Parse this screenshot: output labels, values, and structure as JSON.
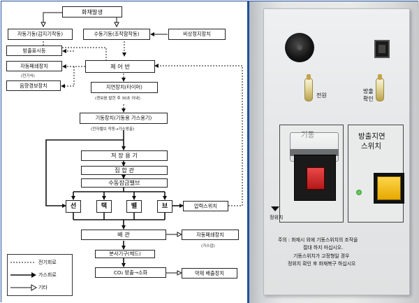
{
  "flowchart": {
    "boxes": {
      "fire": "화재발생",
      "auto_start": "자동기동(감지기작동)",
      "manual_start": "수동기동(조작함작동)",
      "emergency_stop": "비상정지장치",
      "discharge_indicator": "방출표시등",
      "auto_close_top": "자동폐쇄장치",
      "acoustic_alarm": "음향경보장치",
      "control_panel": "제 어 반",
      "delay": "지연장치(타이머)",
      "activator": "기동장치(기동용 가스용기)",
      "storage": "저 장 용 기",
      "manifold": "집 합 관",
      "manual_valve": "수동잠금밸브",
      "pressure_switch": "압력스위치",
      "piping": "배      관",
      "auto_close_bottom": "자동폐쇄장치",
      "nozzle": "분사기구(헤드)",
      "co2": "CO₂ 방출→소화",
      "exhaust": "약제 배출장치"
    },
    "valves": [
      "선",
      "택",
      "밸",
      "브"
    ],
    "notes": {
      "electric": "(전기식)",
      "delay": "(경보음 발한 후 30초 이내)",
      "activator": "(전자밸브 작동→가스방출)",
      "gas_pressure": "(가스압)"
    },
    "legend": [
      {
        "label": "전기회로",
        "style": "dotted"
      },
      {
        "label": "가스회로",
        "style": "solid"
      },
      {
        "label": "기타",
        "style": "open-arrow"
      }
    ]
  },
  "photo": {
    "labels": {
      "power": "전원",
      "discharge_check_1": "방출",
      "discharge_check_2": "확인",
      "start": "기동",
      "delay_switch_1": "방출지연",
      "delay_switch_2": "스위치",
      "stop_switch": "정위치"
    },
    "warning": [
      "주의 : 화재시 외에 기동스위치의 조작을",
      "절대 하지 마십시오.",
      "기동스위치가 고정형일 경우",
      "정위치 확인 후 화재복구 하십시오"
    ]
  }
}
